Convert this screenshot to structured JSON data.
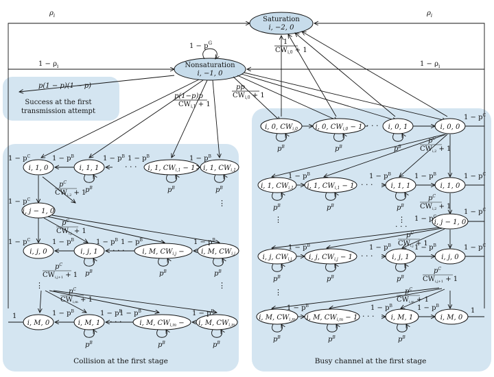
{
  "colors": {
    "region_fill": "#d4e5f1",
    "highlight_node": "#c7dceb",
    "stroke": "#111111"
  },
  "top_labels": {
    "rho_left": "ρ",
    "rho_left_sub": "i",
    "rho_right": "ρ",
    "rho_right_sub": "i",
    "one_minus_rho_left": "1 − ρ",
    "one_minus_rho_left_sub": "i",
    "one_minus_rho_right": "1 − ρ",
    "one_minus_rho_right_sub": "i"
  },
  "saturation": {
    "title": "Saturation",
    "state": "i, −2, 0",
    "edge_label_num": "1",
    "edge_label_den": "CW",
    "edge_label_den_sub": "i,0",
    "edge_label_den_tail": " + 1"
  },
  "nonsaturation": {
    "title": "Nonsaturation",
    "state": "i, −1, 0",
    "self_loop": "1 − p",
    "self_loop_sub": "i",
    "self_loop_sup": "G"
  },
  "success": {
    "line1": "Success at the first",
    "line2": "transmission attempt",
    "expr": "p(1 − p)(1 − p)"
  },
  "edges": {
    "to_collision": "p(1−p)p",
    "to_collision_den": "CW",
    "to_collision_den_sub": "i,1",
    "to_busy": "pp",
    "to_busy_den": "CW",
    "to_busy_den_sub": "i,0"
  },
  "collision": {
    "region_label": "Collision at the first stage",
    "row1": [
      "i, 1, 0",
      "i, 1, 1",
      "i, 1, CW",
      "i, 1, CW"
    ],
    "row1_subs": [
      "",
      "",
      "i,1",
      "i,1"
    ],
    "row1_tails": [
      "",
      "",
      " − 1",
      ""
    ],
    "rowj_prev": "i, j − 1, 0",
    "rowj": [
      "i, j, 0",
      "i, j, 1",
      "i, M, CW",
      "i, M, CW"
    ],
    "rowj_subs": [
      "",
      "",
      "i,j",
      "i,j"
    ],
    "rowj_tails": [
      "",
      "",
      " −",
      ""
    ],
    "rowM": [
      "i, M, 0",
      "i, M, 1",
      "i, M, CW",
      "i, M, CW"
    ],
    "rowM_subs": [
      "",
      "",
      "i,m",
      "i,m"
    ],
    "rowM_tails": [
      "",
      "",
      " −",
      ""
    ],
    "edge_left": "1 − p",
    "edge_left_sub": "i",
    "edge_left_sup": "C",
    "edge_b": "1 − p",
    "edge_b_sub": "i",
    "edge_b_sup": "B",
    "loop": "p",
    "loop_sub": "i",
    "loop_sup": "B",
    "frac_c": "p",
    "frac_c_sub": "i",
    "frac_c_sup": "C",
    "frac_den_2": "CW",
    "frac_den_2_sub": "i,2",
    "frac_den_j": "CW",
    "frac_den_j_sub": "i,j",
    "frac_den_j1": "CW",
    "frac_den_j1_sub": "i,j+1",
    "frac_den_m": "CW",
    "frac_den_m_sub": "i,m",
    "plus_one": " + 1",
    "bottom_left": "1"
  },
  "busy": {
    "region_label": "Busy channel at the first stage",
    "row0": [
      "i, 0, CW",
      "i, 0, CW",
      "i, 0, 1",
      "i, 0, 0"
    ],
    "row0_subs": [
      "i,0",
      "i,0",
      "",
      ""
    ],
    "row0_tails": [
      "",
      " − 1",
      "",
      ""
    ],
    "row1": [
      "i, 1, CW",
      "i, 1, CW",
      "i, 1, 1",
      "i, 1, 0"
    ],
    "row1_subs": [
      "i,1",
      "i,1",
      "",
      ""
    ],
    "row1_tails": [
      "",
      " − 1",
      "",
      ""
    ],
    "rowj_prev": "i, j − 1, 0",
    "rowj": [
      "i, j, CW",
      "i, j, CW",
      "i, j, 1",
      "i, j, 0"
    ],
    "rowj_subs": [
      "i,j",
      "i,j",
      "",
      ""
    ],
    "rowj_tails": [
      "",
      " − 1",
      "",
      ""
    ],
    "rowM": [
      "i, M, CW",
      "i, M, CW",
      "i, M, 1",
      "i, M, 0"
    ],
    "rowM_subs": [
      "i,m",
      "i,m",
      "",
      ""
    ],
    "rowM_tails": [
      "",
      " − 1",
      "",
      ""
    ],
    "bottom_right": "1"
  }
}
